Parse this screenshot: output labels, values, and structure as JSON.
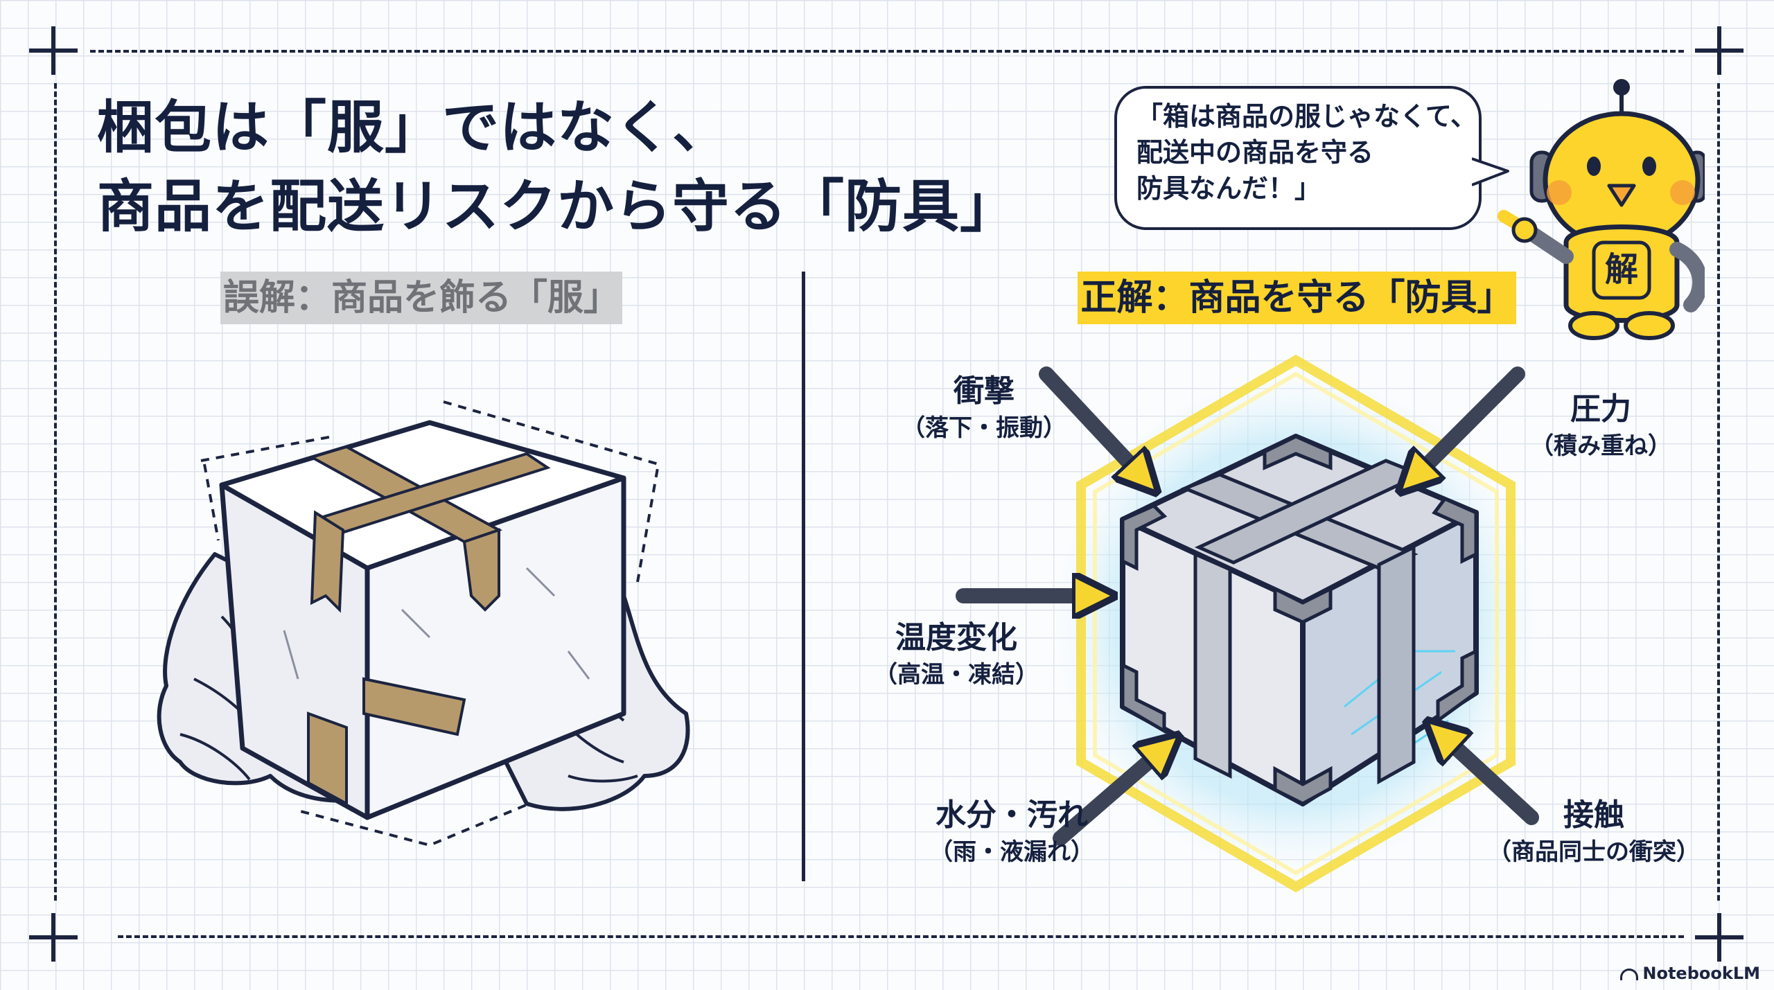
{
  "title": {
    "line1": "梱包は「服」ではなく、",
    "line2": "商品を配送リスクから守る「防具」"
  },
  "left_panel": {
    "label": "誤解：商品を飾る「服」"
  },
  "right_panel": {
    "label": "正解：商品を守る「防具」",
    "risks": [
      {
        "title": "衝撃",
        "sub": "（落下・振動）"
      },
      {
        "title": "圧力",
        "sub": "（積み重ね）"
      },
      {
        "title": "温度変化",
        "sub": "（高温・凍結）"
      },
      {
        "title": "水分・汚れ",
        "sub": "（雨・液漏れ）"
      },
      {
        "title": "接触",
        "sub": "（商品同士の衝突）"
      }
    ]
  },
  "mascot": {
    "speech": [
      "「箱は商品の服じゃなくて、",
      "配送中の商品を守る",
      "防具なんだ！」"
    ],
    "badge": "解"
  },
  "footer": {
    "brand": "NotebookLM"
  },
  "colors": {
    "navy": "#15203f",
    "accent_yellow": "#fcd42b",
    "gray_label": "#d2d3d5",
    "tape": "#b69a6c",
    "glow": "#9fdcf2"
  }
}
